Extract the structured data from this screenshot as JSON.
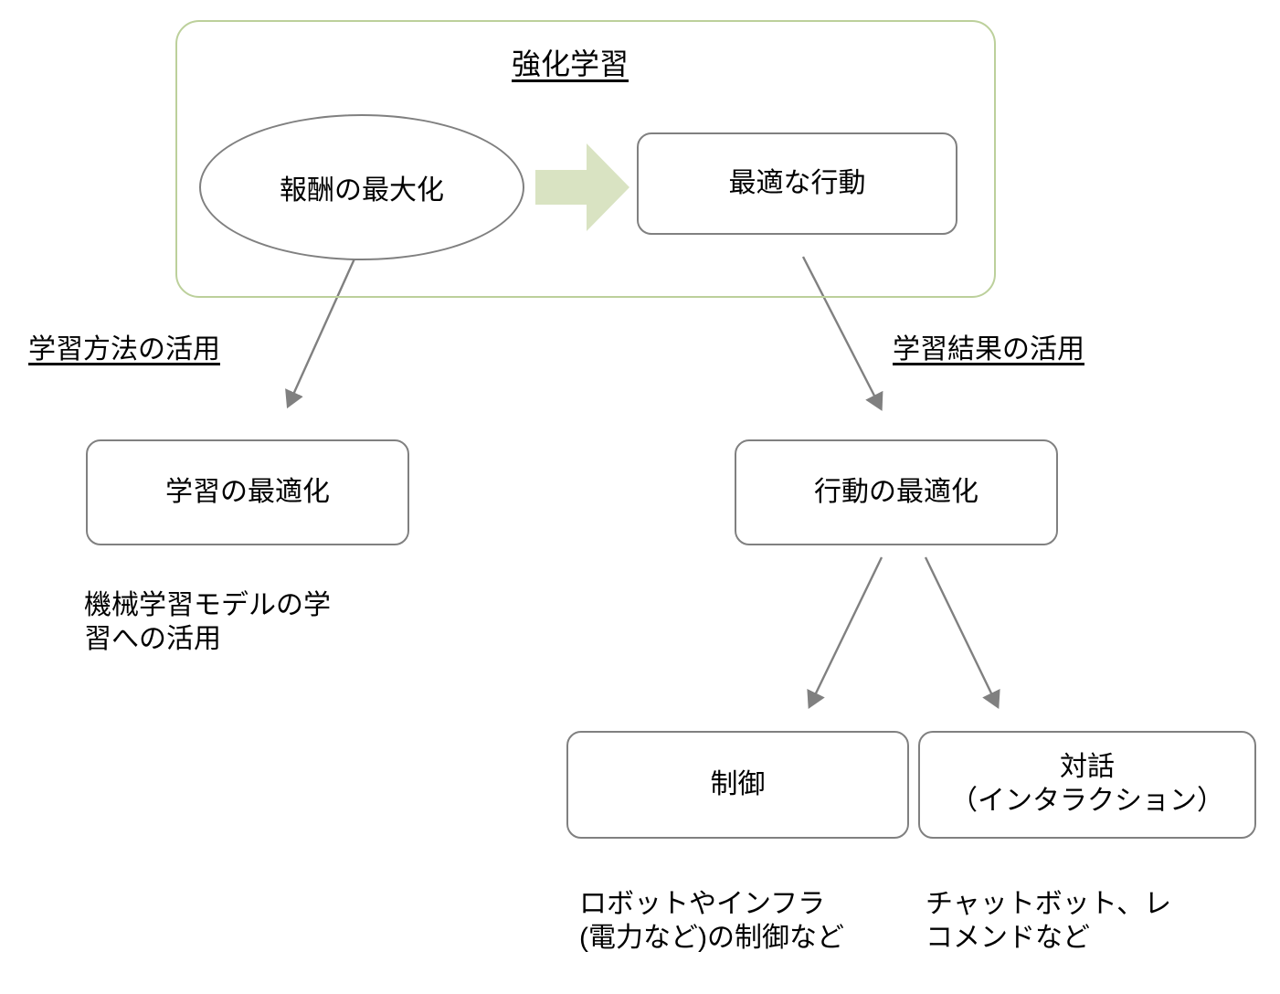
{
  "diagram": {
    "title": "強化学習",
    "group": {
      "label": "強化学習",
      "border_color": "#bcd09b"
    },
    "nodes": {
      "reward": {
        "label": "報酬の最大化",
        "shape": "ellipse",
        "border_color": "#808080"
      },
      "optimal_action": {
        "label": "最適な行動",
        "shape": "rounded-rect",
        "border_color": "#808080"
      },
      "learning_optimization": {
        "label": "学習の最適化",
        "shape": "rounded-rect",
        "border_color": "#808080"
      },
      "action_optimization": {
        "label": "行動の最適化",
        "shape": "rounded-rect",
        "border_color": "#808080"
      },
      "control": {
        "label": "制御",
        "shape": "rounded-rect",
        "border_color": "#808080"
      },
      "interaction": {
        "label": "対話\n（インタラクション）",
        "shape": "rounded-rect",
        "border_color": "#808080"
      }
    },
    "edge_labels": {
      "left_branch": "学習方法の活用",
      "right_branch": "学習結果の活用"
    },
    "captions": {
      "learning_optimization": "機械学習モデルの学\n習への活用",
      "control": "ロボットやインフラ\n(電力など)の制御など",
      "interaction": "チャットボット、レ\nコメンドなど"
    },
    "big_arrow": {
      "name": "green-right-arrow",
      "fill": "#d9e3c2"
    },
    "connector_color": "#808080"
  }
}
